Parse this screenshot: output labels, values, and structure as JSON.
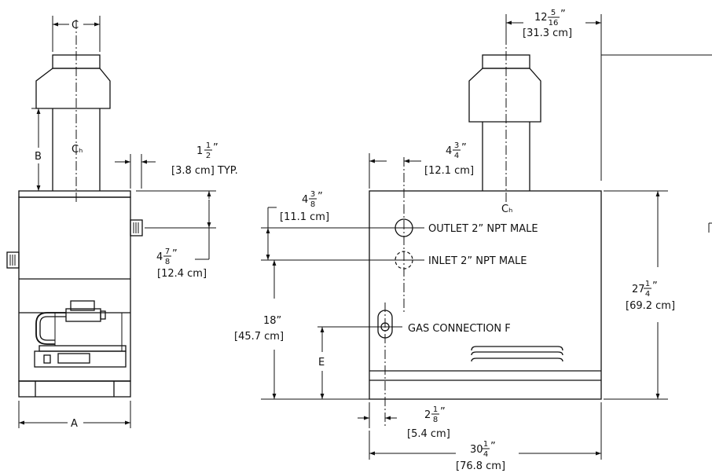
{
  "side_view": {
    "dim_width": "A",
    "dim_flue": "C",
    "dim_hood": "B",
    "centerline": "Cₕ",
    "flange": {
      "whole": "1",
      "num": "1",
      "den": "2",
      "unit": "”",
      "metric": "[3.8  cm] TYP."
    },
    "offset": {
      "whole": "4",
      "num": "7",
      "den": "8",
      "unit": "”",
      "metric": "[12.4  cm]"
    }
  },
  "front_view": {
    "centerline": "Cₕ",
    "flue_offset": {
      "whole": "12",
      "num": "5",
      "den": "16",
      "unit": "”",
      "metric": "[31.3  cm]"
    },
    "left_offset": {
      "whole": "4",
      "num": "3",
      "den": "4",
      "unit": "”",
      "metric": "[12.1  cm]"
    },
    "pipe_spacing": {
      "whole": "4",
      "num": "3",
      "den": "8",
      "unit": "”",
      "metric": "[11.1  cm]"
    },
    "outlet_label": "OUTLET 2” NPT MALE",
    "inlet_label": "INLET 2” NPT MALE",
    "gas_label": "GAS CONNECTION  F",
    "inlet_height": {
      "value": "18”",
      "metric": "[45.7  cm]"
    },
    "gas_height": "E",
    "gas_offset": {
      "whole": "2",
      "num": "1",
      "den": "8",
      "unit": "”",
      "metric": "[5.4  cm]"
    },
    "height": {
      "whole": "27",
      "num": "1",
      "den": "4",
      "unit": "”",
      "metric": "[69.2  cm]"
    },
    "width": {
      "whole": "30",
      "num": "1",
      "den": "4",
      "unit": "”",
      "metric": "[76.8  cm]"
    }
  }
}
